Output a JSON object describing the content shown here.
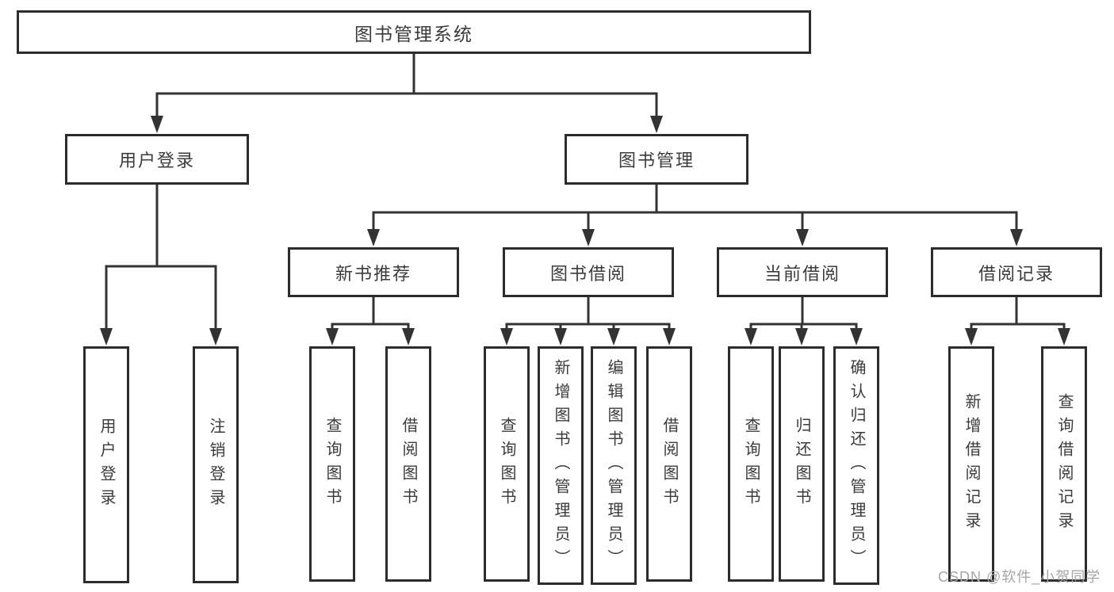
{
  "diagram": {
    "root_label": "图书管理系统",
    "level2": [
      {
        "label": "用户登录",
        "leaves": [
          "用户登录",
          "注销登录"
        ]
      },
      {
        "label": "图书管理",
        "level3": [
          {
            "label": "新书推荐",
            "leaves": [
              "查询图书",
              "借阅图书"
            ]
          },
          {
            "label": "图书借阅",
            "leaves": [
              "查询图书",
              "新增图书（管理员）",
              "编辑图书（管理员）",
              "借阅图书"
            ]
          },
          {
            "label": "当前借阅",
            "leaves": [
              "查询图书",
              "归还图书",
              "确认归还（管理员）"
            ]
          },
          {
            "label": "借阅记录",
            "leaves": [
              "新增借阅记录",
              "查询借阅记录"
            ]
          }
        ]
      }
    ]
  },
  "watermark": "CSDN @软件_小贺同学",
  "colors": {
    "line": "#333333",
    "box_border": "#2c2c2c",
    "text": "#3b3b3b",
    "watermark": "#a6a6a6",
    "background": "#ffffff"
  }
}
